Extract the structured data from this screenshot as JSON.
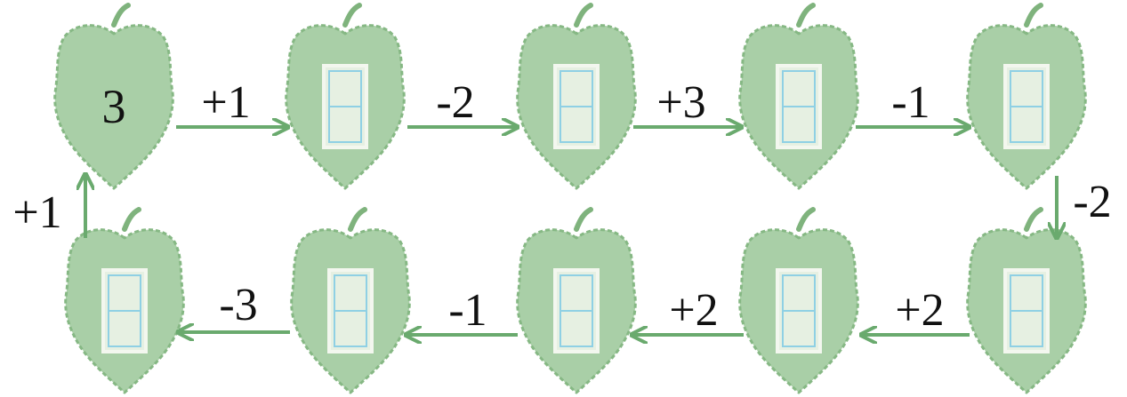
{
  "start_value": "3",
  "operations": [
    "+1",
    "-2",
    "+3",
    "-1",
    "-2",
    "+2",
    "+2",
    "-1",
    "-3",
    "+1"
  ],
  "colors": {
    "leaf_fill": "#a9cfa7",
    "leaf_stroke": "#7fb37d",
    "arrow": "#6aaa6e",
    "box_fill": "#e6f0e2",
    "box_border": "#f3f7ef",
    "box_line": "#8fd0e4"
  },
  "icons": {
    "leaf": "leaf-icon",
    "arrow": "arrow-icon",
    "answer_box": "answer-box"
  }
}
